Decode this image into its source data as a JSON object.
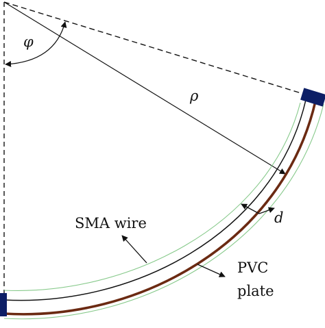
{
  "labels": {
    "phi": "φ",
    "rho": "ρ",
    "d": "d",
    "sma_wire": "SMA wire",
    "pvc_line1": "PVC",
    "pvc_line2": "plate"
  },
  "colors": {
    "outline": "#111111",
    "guide_green": "#86c98a",
    "pvc_brown": "#6b2a12",
    "clamp_blue": "#0d1f66",
    "background": "#ffffff"
  }
}
